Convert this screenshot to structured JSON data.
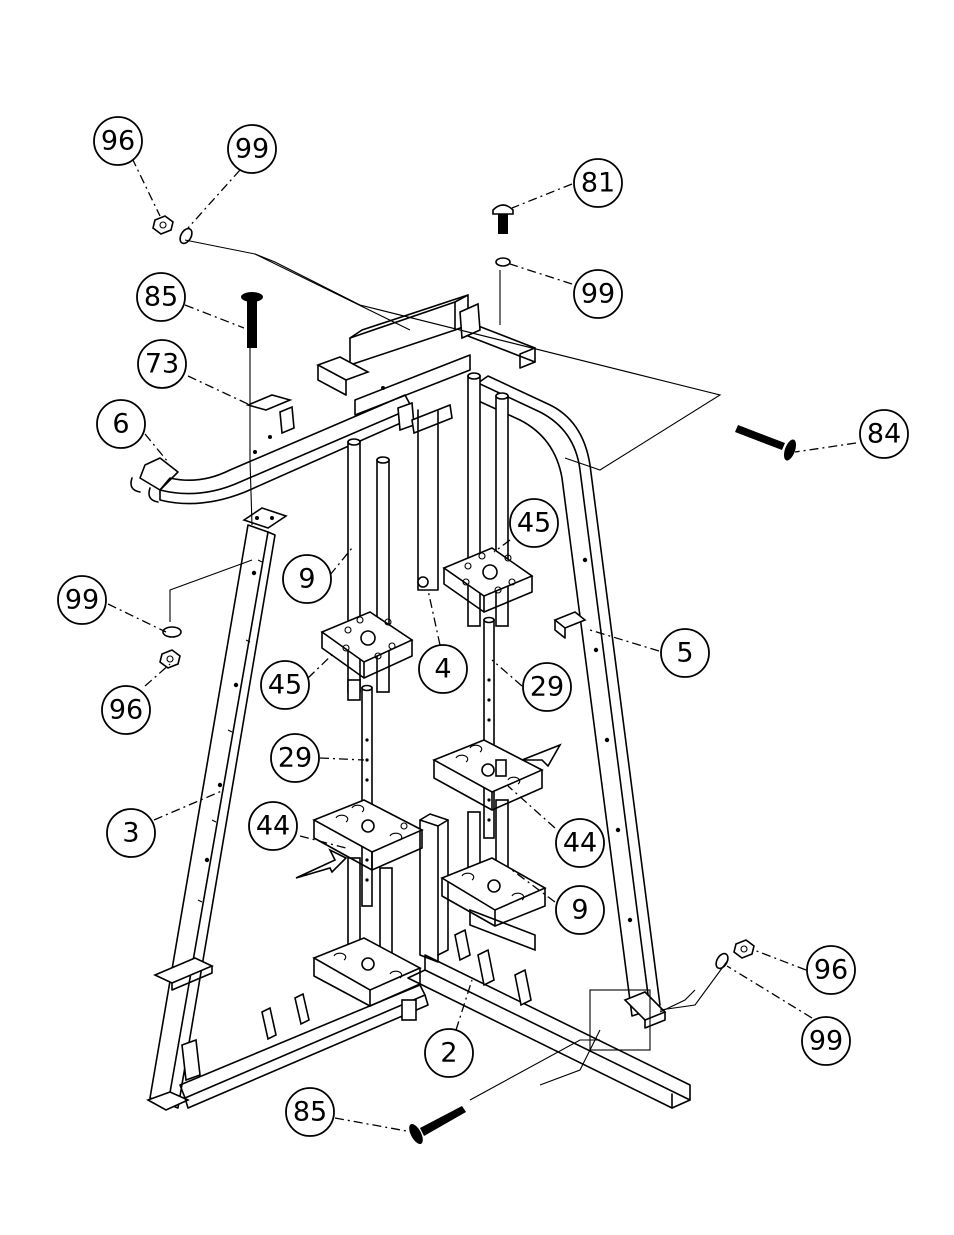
{
  "callouts": [
    {
      "id": "96",
      "label": "96"
    },
    {
      "id": "99",
      "label": "99"
    },
    {
      "id": "81",
      "label": "81"
    },
    {
      "id": "99",
      "label": "99"
    },
    {
      "id": "85",
      "label": "85"
    },
    {
      "id": "73",
      "label": "73"
    },
    {
      "id": "6",
      "label": "6"
    },
    {
      "id": "84",
      "label": "84"
    },
    {
      "id": "45",
      "label": "45"
    },
    {
      "id": "9",
      "label": "9"
    },
    {
      "id": "99",
      "label": "99"
    },
    {
      "id": "4",
      "label": "4"
    },
    {
      "id": "5",
      "label": "5"
    },
    {
      "id": "45",
      "label": "45"
    },
    {
      "id": "29",
      "label": "29"
    },
    {
      "id": "96",
      "label": "96"
    },
    {
      "id": "29",
      "label": "29"
    },
    {
      "id": "3",
      "label": "3"
    },
    {
      "id": "44",
      "label": "44"
    },
    {
      "id": "44",
      "label": "44"
    },
    {
      "id": "9",
      "label": "9"
    },
    {
      "id": "96",
      "label": "96"
    },
    {
      "id": "99",
      "label": "99"
    },
    {
      "id": "2",
      "label": "2"
    },
    {
      "id": "85",
      "label": "85"
    }
  ]
}
